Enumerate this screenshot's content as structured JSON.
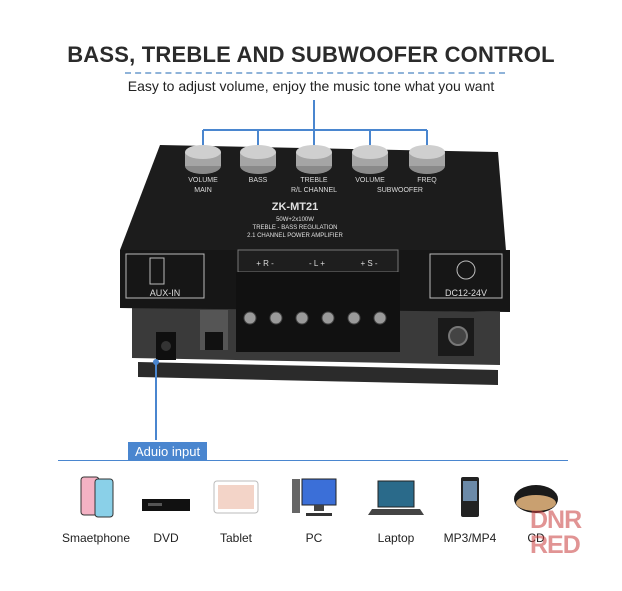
{
  "header": {
    "title": "BASS, TREBLE AND SUBWOOFER CONTROL",
    "subtitle": "Easy to adjust volume, enjoy the music tone what you want"
  },
  "board": {
    "model": "ZK-MT21",
    "spec_line1": "50W+2x100W",
    "spec_line2": "TREBLE - BASS REGULATION",
    "spec_line3": "2.1 CHANNEL POWER AMPLIFIER",
    "knob_labels": [
      "VOLUME",
      "BASS",
      "TREBLE",
      "VOLUME",
      "FREQ"
    ],
    "left_group_label": "MAIN",
    "mid_group_label": "R/L CHANNEL",
    "right_group_label": "SUBWOOFER",
    "aux_label": "AUX-IN",
    "dc_label": "DC12-24V",
    "terminal_labels": [
      "+ R -",
      "- L +",
      "+ S -"
    ]
  },
  "audio_input": {
    "label": "Aduio input"
  },
  "devices": [
    {
      "label": "Smaetphone",
      "icon": "smartphone-icon"
    },
    {
      "label": "DVD",
      "icon": "dvd-player-icon"
    },
    {
      "label": "Tablet",
      "icon": "tablet-icon"
    },
    {
      "label": "PC",
      "icon": "pc-icon"
    },
    {
      "label": "Laptop",
      "icon": "laptop-icon"
    },
    {
      "label": "MP3/MP4",
      "icon": "mp3-player-icon"
    },
    {
      "label": "CD",
      "icon": "cd-player-icon"
    }
  ],
  "watermark": {
    "line1": "DNR",
    "line2": "RED"
  },
  "colors": {
    "accent": "#4a86cf",
    "board": "#1c1c1c",
    "watermark": "#c83c3c"
  }
}
